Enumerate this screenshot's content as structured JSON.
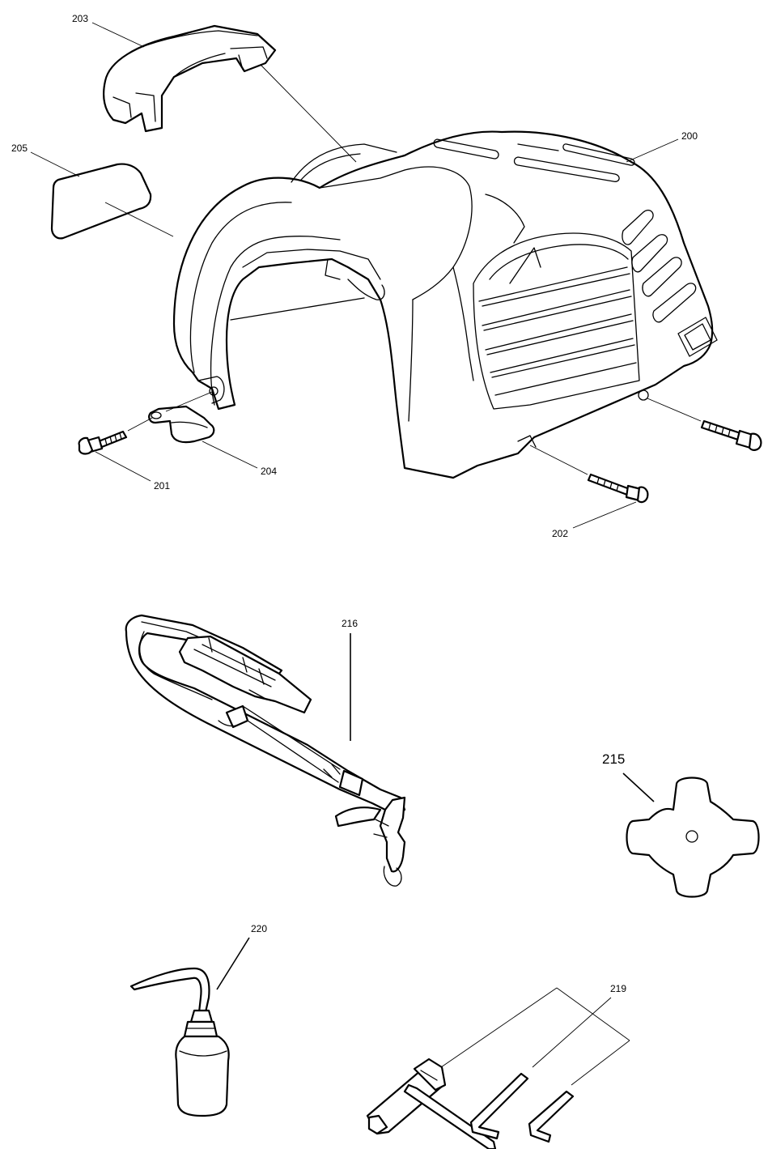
{
  "callouts": {
    "c200": "200",
    "c201": "201",
    "c202": "202",
    "c203": "203",
    "c204": "204",
    "c205": "205",
    "c215": "215",
    "c216": "216",
    "c219": "219",
    "c220": "220"
  },
  "colors": {
    "ink": "#000000",
    "paper": "#ffffff"
  }
}
